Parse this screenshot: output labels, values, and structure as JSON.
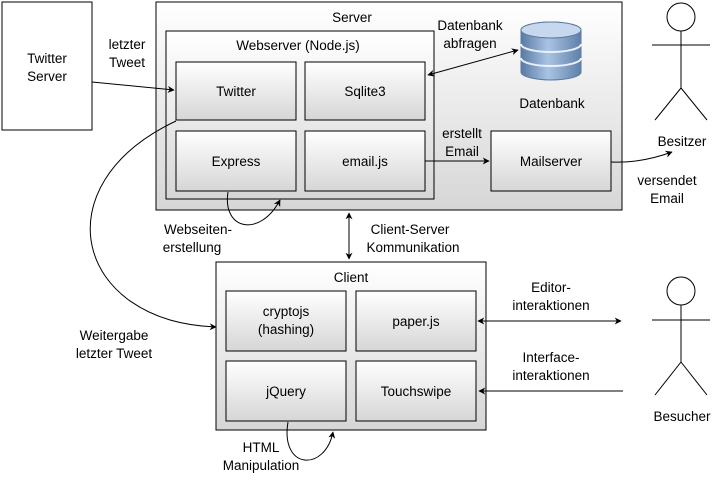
{
  "nodes": {
    "twitter_server": [
      "Twitter",
      "Server"
    ],
    "server": "Server",
    "webserver": "Webserver (Node.js)",
    "twitter": "Twitter",
    "sqlite3": "Sqlite3",
    "express": "Express",
    "emailjs": "email.js",
    "datenbank": "Datenbank",
    "mailserver": "Mailserver",
    "client": "Client",
    "cryptojs": [
      "cryptojs",
      "(hashing)"
    ],
    "paperjs": "paper.js",
    "jquery": "jQuery",
    "touchswipe": "Touchswipe"
  },
  "actors": {
    "besitzer": "Besitzer",
    "besucher": "Besucher"
  },
  "edge_labels": {
    "letzter_tweet": [
      "letzter",
      "Tweet"
    ],
    "datenbank_abfragen": [
      "Datenbank",
      "abfragen"
    ],
    "erstellt_email": [
      "erstellt",
      "Email"
    ],
    "versendet_email": [
      "versendet",
      "Email"
    ],
    "webseitenerstellung": [
      "Webseiten-",
      "erstellung"
    ],
    "client_server": [
      "Client-Server",
      "Kommunikation"
    ],
    "weitergabe": [
      "Weitergabe",
      "letzter Tweet"
    ],
    "editorinteraktionen": [
      "Editor-",
      "interaktionen"
    ],
    "interfaceinteraktionen": [
      "Interface-",
      "interaktionen"
    ],
    "html_manipulation": [
      "HTML",
      "Manipulation"
    ]
  },
  "colors": {
    "gradient_top": "#ffffff",
    "gradient_bottom": "#d9d9d9",
    "stroke": "#000000",
    "database": "#6d8fb8"
  }
}
